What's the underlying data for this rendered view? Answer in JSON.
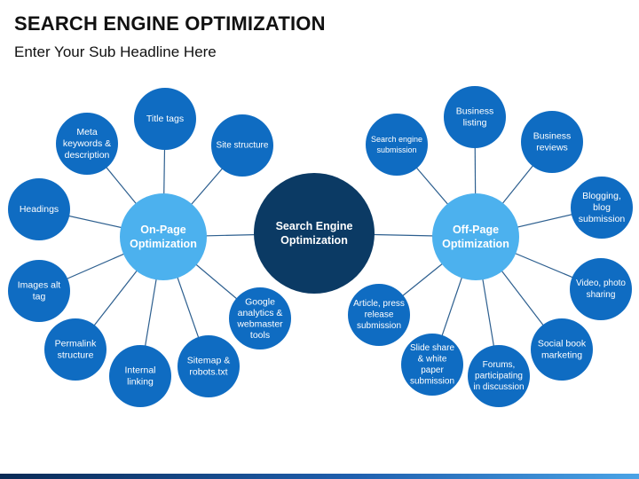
{
  "title": "SEARCH ENGINE OPTIMIZATION",
  "subtitle": "Enter Your Sub Headline Here",
  "colors": {
    "center": "#0b3a64",
    "hub": "#4cb1ee",
    "node": "#0f6cc2",
    "connector": "#2d5f8f",
    "text_light": "#ffffff"
  },
  "center": {
    "label": [
      "Search Engine",
      "Optimization"
    ]
  },
  "hubs": [
    {
      "id": "on-page",
      "label": [
        "On-Page",
        "Optimization"
      ]
    },
    {
      "id": "off-page",
      "label": [
        "Off-Page",
        "Optimization"
      ]
    }
  ],
  "nodes": [
    {
      "id": "meta-keywords",
      "hub": "on-page",
      "label": [
        "Meta",
        "keywords &",
        "description"
      ]
    },
    {
      "id": "title-tags",
      "hub": "on-page",
      "label": [
        "Title tags"
      ]
    },
    {
      "id": "site-structure",
      "hub": "on-page",
      "label": [
        "Site structure"
      ]
    },
    {
      "id": "headings",
      "hub": "on-page",
      "label": [
        "Headings"
      ]
    },
    {
      "id": "images-alt-tag",
      "hub": "on-page",
      "label": [
        "Images alt",
        "tag"
      ]
    },
    {
      "id": "permalink-structure",
      "hub": "on-page",
      "label": [
        "Permalink",
        "structure"
      ]
    },
    {
      "id": "internal-linking",
      "hub": "on-page",
      "label": [
        "Internal",
        "linking"
      ]
    },
    {
      "id": "sitemap-robots",
      "hub": "on-page",
      "label": [
        "Sitemap &",
        "robots.txt"
      ]
    },
    {
      "id": "google-analytics",
      "hub": "on-page",
      "label": [
        "Google",
        "analytics &",
        "webmaster",
        "tools"
      ]
    },
    {
      "id": "search-engine-submission",
      "hub": "off-page",
      "label": [
        "Search engine",
        "submission"
      ]
    },
    {
      "id": "business-listing",
      "hub": "off-page",
      "label": [
        "Business",
        "listing"
      ]
    },
    {
      "id": "business-reviews",
      "hub": "off-page",
      "label": [
        "Business",
        "reviews"
      ]
    },
    {
      "id": "blogging",
      "hub": "off-page",
      "label": [
        "Blogging,",
        "blog",
        "submission"
      ]
    },
    {
      "id": "video-photo-sharing",
      "hub": "off-page",
      "label": [
        "Video, photo",
        "sharing"
      ]
    },
    {
      "id": "social-book-marketing",
      "hub": "off-page",
      "label": [
        "Social book",
        "marketing"
      ]
    },
    {
      "id": "forums",
      "hub": "off-page",
      "label": [
        "Forums,",
        "participating",
        "in discussion"
      ]
    },
    {
      "id": "slide-share",
      "hub": "off-page",
      "label": [
        "Slide share",
        "& white",
        "paper",
        "submission"
      ]
    },
    {
      "id": "article-press-release",
      "hub": "off-page",
      "label": [
        "Article, press",
        "release",
        "submission"
      ]
    }
  ]
}
